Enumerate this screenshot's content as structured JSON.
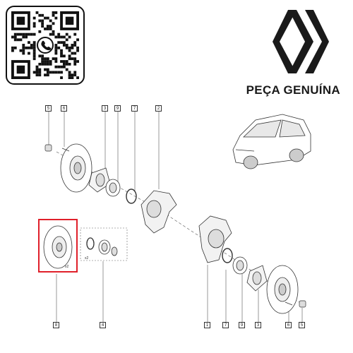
{
  "brand": {
    "tagline": "PEÇA GENUÍNA",
    "logo_icon": "renault-diamond-logo",
    "qr_icon": "whatsapp-qr-code"
  },
  "diagram": {
    "callouts_top": [
      "5",
      "6",
      "3",
      "9",
      "7",
      "2"
    ],
    "callouts_bottom_left": [
      "8",
      "4"
    ],
    "callouts_bottom_right": [
      "1",
      "7",
      "9",
      "3",
      "6",
      "5"
    ],
    "kit_label": "x2",
    "disc_label": "x2",
    "highlight_color": "#e0202a"
  }
}
